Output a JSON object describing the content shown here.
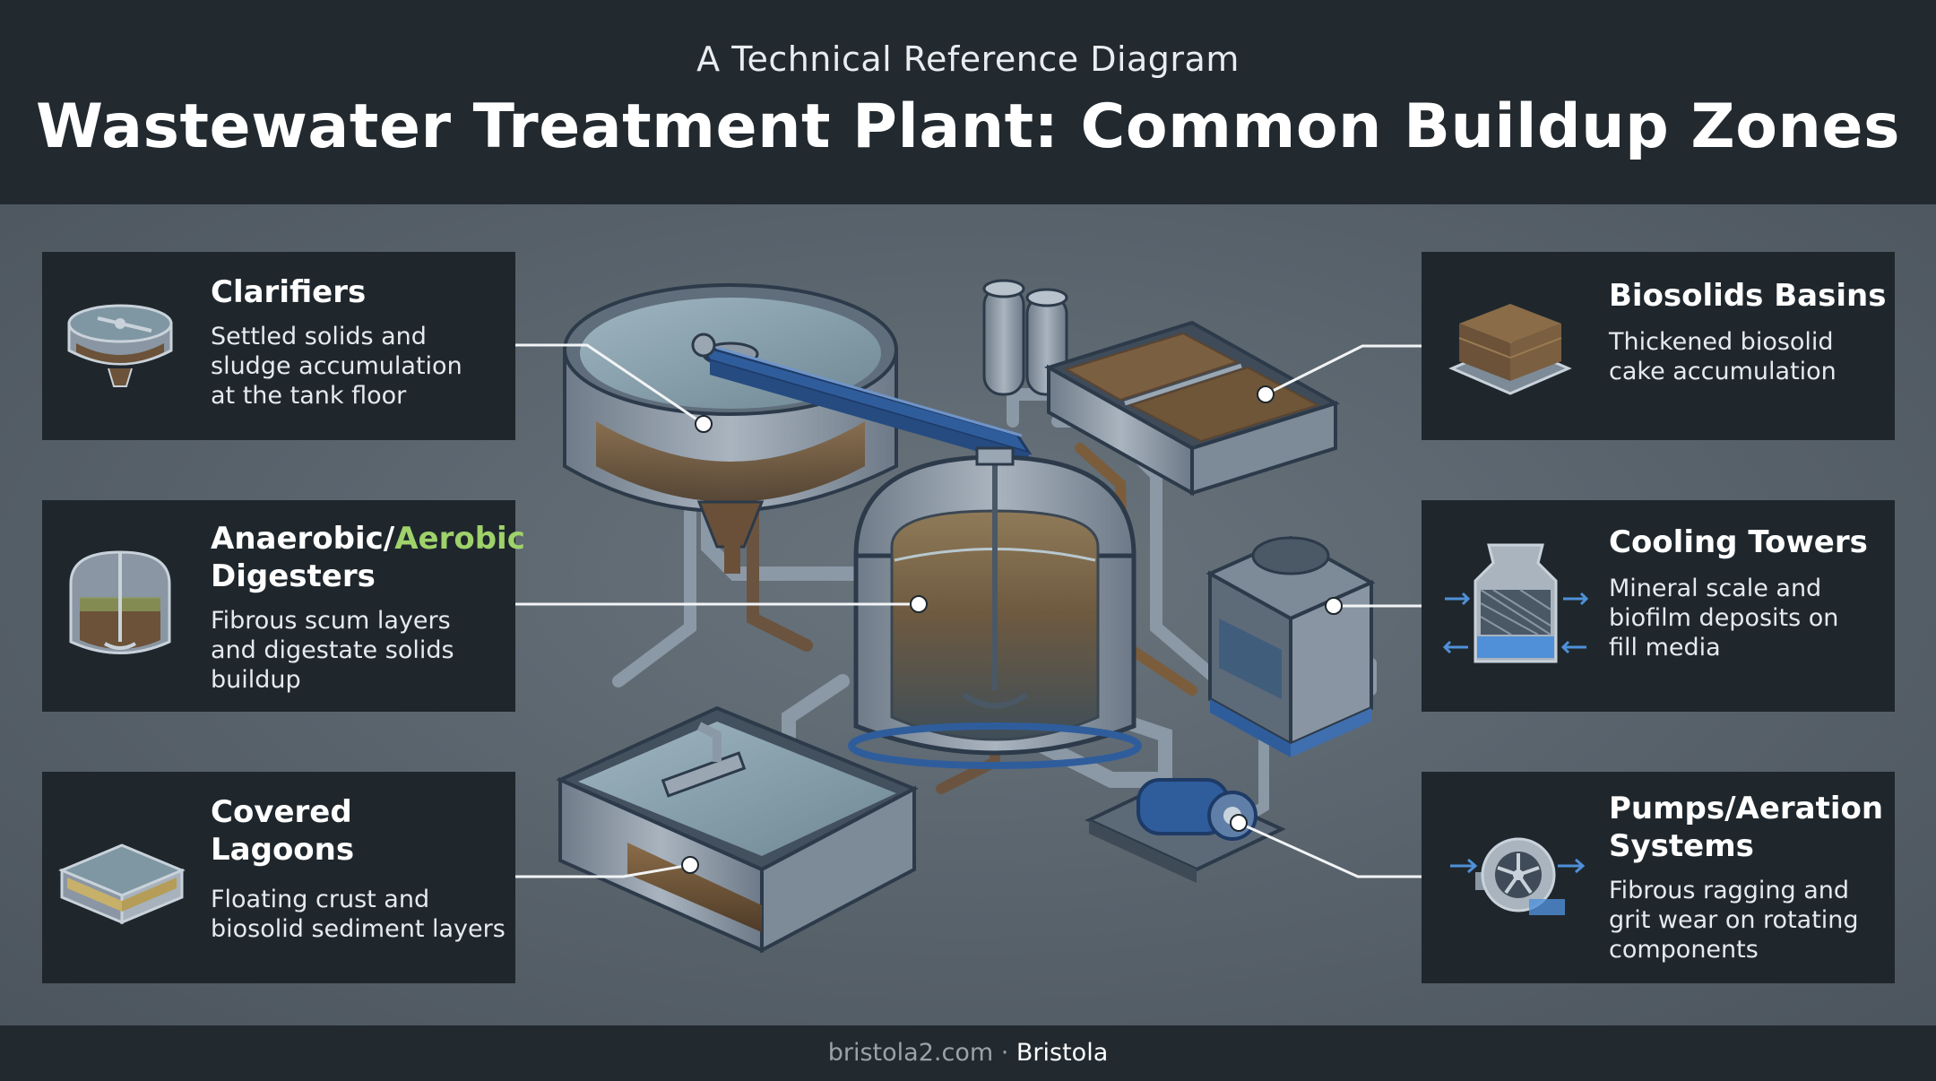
{
  "header": {
    "subtitle": "A Technical Reference Diagram",
    "title": "Wastewater Treatment Plant: Common Buildup Zones"
  },
  "cards": {
    "clarifiers": {
      "title": "Clarifiers",
      "description": "Settled solids and\nsludge accumulation\nat the tank floor",
      "icon": "clarifier-icon"
    },
    "digesters": {
      "title_part1": "Anaerobic/",
      "title_part2": "Aerobic",
      "title_part3": "Digesters",
      "description": "Fibrous scum layers\nand digestate solids\nbuildup",
      "icon": "digester-icon"
    },
    "lagoons": {
      "title_line1": "Covered",
      "title_line2": "Lagoons",
      "description": "Floating crust and\nbiosolid sediment layers",
      "icon": "lagoon-icon"
    },
    "biosolids": {
      "title": "Biosolids Basins",
      "description": "Thickened biosolid\ncake accumulation",
      "icon": "biosolids-cake-icon"
    },
    "cooling": {
      "title": "Cooling Towers",
      "description": "Mineral scale and\nbiofilm deposits on\nfill media",
      "icon": "cooling-tower-icon"
    },
    "pumps": {
      "title_line1": "Pumps/Aeration",
      "title_line2": "Systems",
      "description": "Fibrous ragging and\ngrit wear on rotating\ncomponents",
      "icon": "pump-impeller-icon"
    }
  },
  "footer": {
    "domain": "bristola2.com",
    "separator": " · ",
    "brand": "Bristola"
  },
  "colors": {
    "header_bg": "#222a30",
    "panel_bg": "#1f272d",
    "accent_green": "#9fd26a",
    "sludge_brown": "#6b5238",
    "steel": "#8a96a3",
    "water": "#7f97a3"
  }
}
